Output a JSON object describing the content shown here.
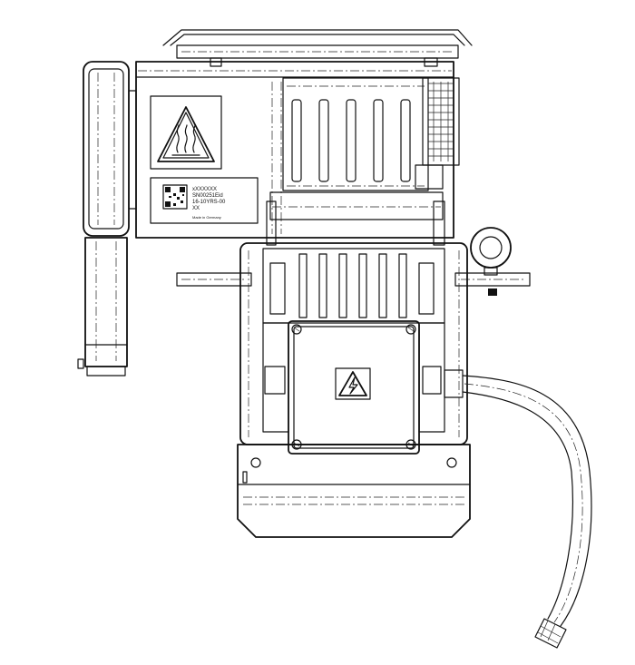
{
  "label": {
    "line1": "xXXXXXX",
    "line2": "SN00251Eid",
    "line3": "16-10YRS-00",
    "line4": "XX",
    "footer": "Made in Germany"
  },
  "icons": {
    "hot_surface": "hot-surface-warning-icon",
    "voltage": "electrical-hazard-warning-icon",
    "qr": "qr-code-icon"
  },
  "colors": {
    "ink": "#111111",
    "paper": "#ffffff"
  }
}
